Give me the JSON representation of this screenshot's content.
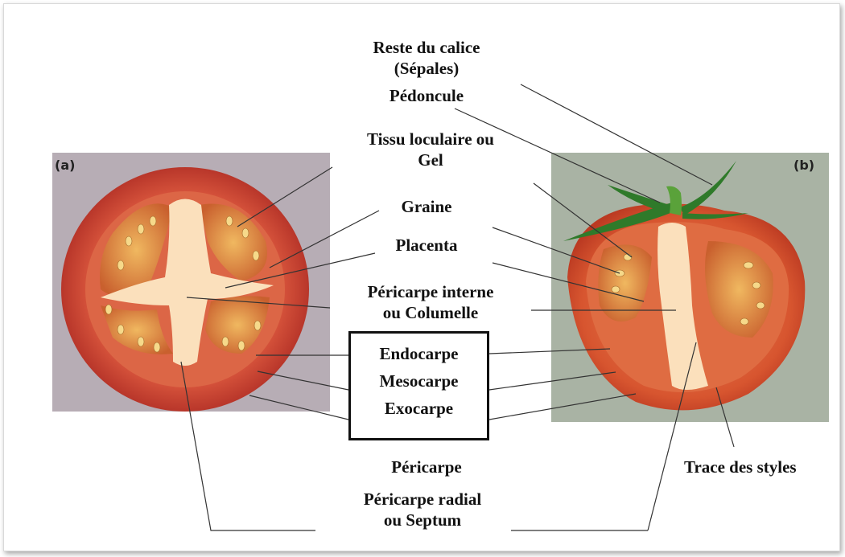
{
  "panels": {
    "left_tag": "(a)",
    "right_tag": "(b)"
  },
  "labels": {
    "calice_line1": "Reste du calice",
    "calice_line2": "(Sépales)",
    "pedoncule": "Pédoncule",
    "tissu_line1": "Tissu loculaire ou",
    "tissu_line2": "Gel",
    "graine": "Graine",
    "placenta": "Placenta",
    "pericarpe_interne_line1": "Péricarpe interne",
    "pericarpe_interne_line2": "ou Columelle",
    "endocarpe": "Endocarpe",
    "mesocarpe": "Mesocarpe",
    "exocarpe": "Exocarpe",
    "pericarpe": "Péricarpe",
    "trace_styles": "Trace des styles",
    "pericarpe_radial_line1": "Péricarpe radial",
    "pericarpe_radial_line2": "ou Septum"
  },
  "colors": {
    "left_background": "#b6adb5",
    "right_background": "#aab4a6",
    "tomato_skin": "#c8402a",
    "tomato_flesh": "#e06a45",
    "gel": "#e3a24a",
    "placenta": "#fbe0b8",
    "leaf": "#2f7a2a",
    "leader_line": "#333333"
  }
}
